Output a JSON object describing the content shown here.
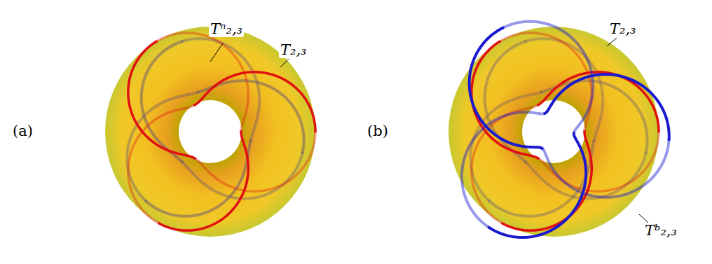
{
  "diagram": {
    "labels": [
      "(a)",
      "Tⁿ₂,₃",
      "T₂,₃",
      "(b)",
      "T₂,₃",
      "Tᵇ₂,₃"
    ]
  }
}
